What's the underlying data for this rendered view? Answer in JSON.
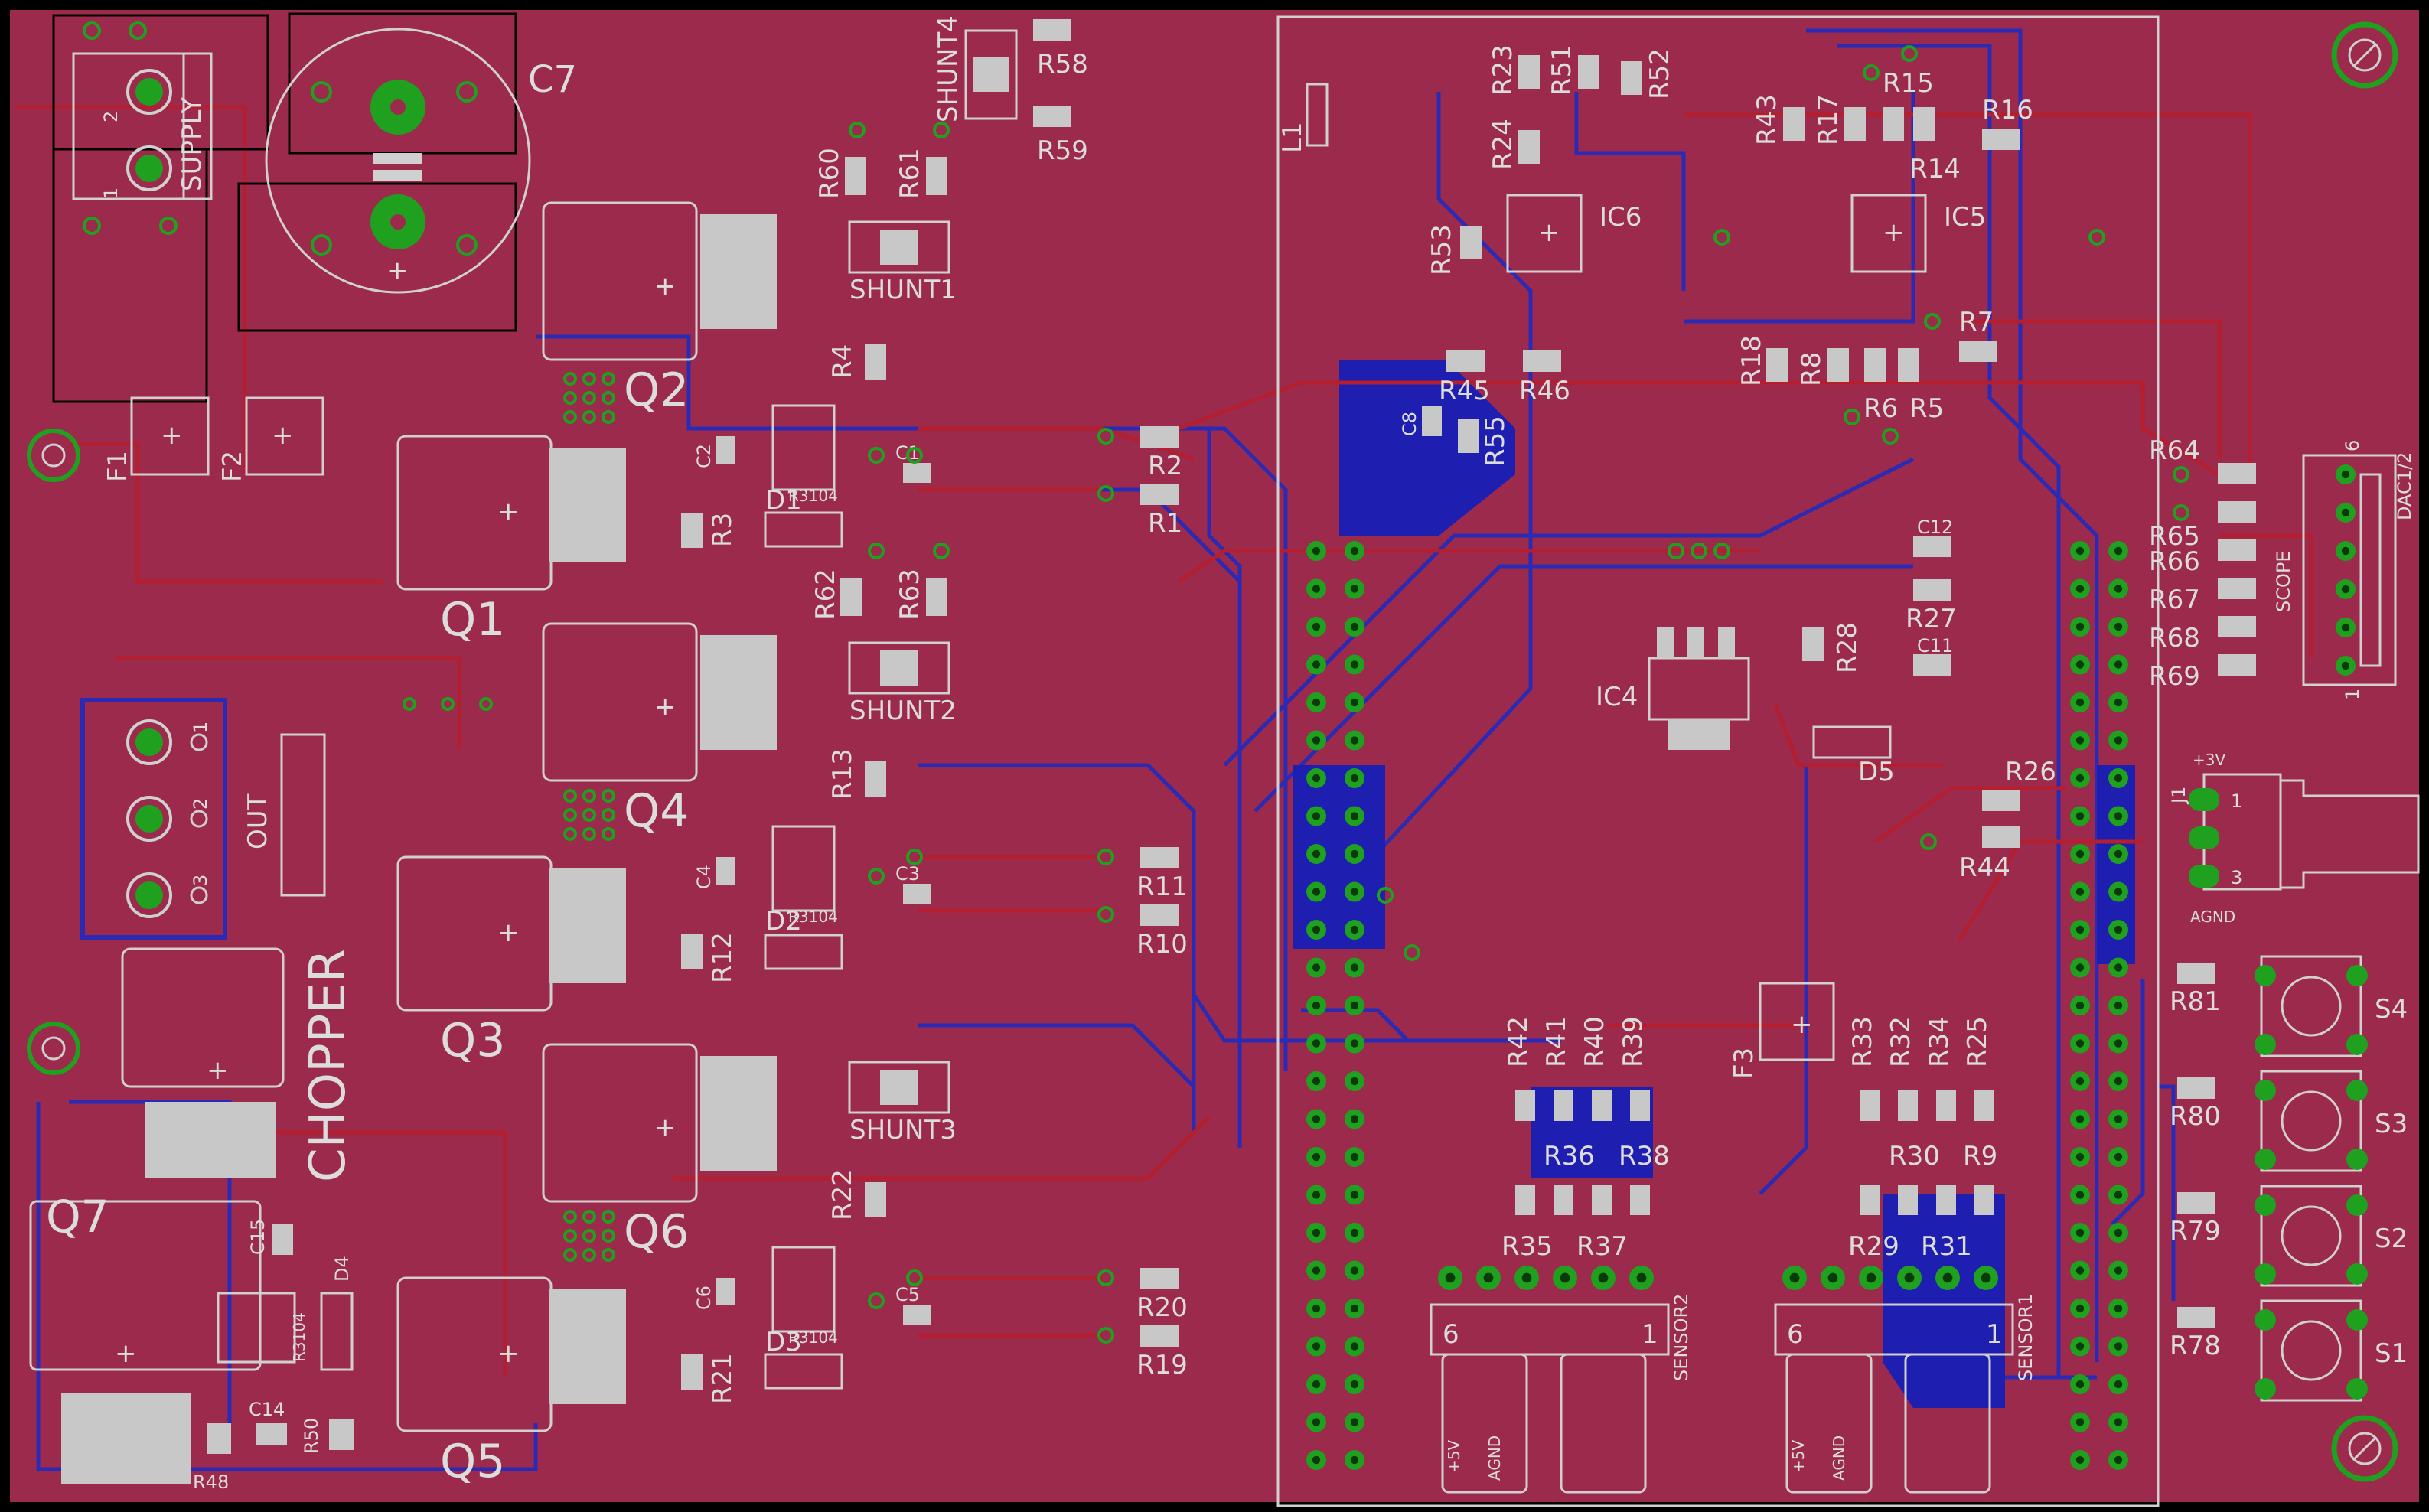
{
  "colors": {
    "board": "#9b2a4c",
    "edge": "#000000",
    "top_copper": "#b41e2e",
    "bottom_copper": "#2a2ab4",
    "silkscreen": "#dcdcdc",
    "via_ring": "#1fa01f",
    "pad": "#c8c8c8"
  },
  "labels": {
    "c7": "C7",
    "supply": "SUPPLY",
    "supply_pin1": "1",
    "supply_pin2": "2",
    "f1": "F1",
    "f2": "F2",
    "out": "OUT",
    "out_pin1": "1",
    "out_pin2": "2",
    "out_pin3": "3",
    "chopper": "CHOPPER",
    "q1": "Q1",
    "q2": "Q2",
    "q3": "Q3",
    "q4": "Q4",
    "q5": "Q5",
    "q6": "Q6",
    "q7": "Q7",
    "shunt1": "SHUNT1",
    "shunt2": "SHUNT2",
    "shunt3": "SHUNT3",
    "shunt4": "SHUNT4",
    "d1": "D1",
    "d2": "D2",
    "d3": "D3",
    "d4": "D4",
    "d5": "D5",
    "d_pkg": "R3104",
    "c1": "C1",
    "c2": "C2",
    "c3": "C3",
    "c4": "C4",
    "c5": "C5",
    "c6": "C6",
    "c8": "C8",
    "c11": "C11",
    "c12": "C12",
    "c14": "C14",
    "c15": "C15",
    "r1": "R1",
    "r2": "R2",
    "r3": "R3",
    "r4": "R4",
    "r5": "R5",
    "r6": "R6",
    "r7": "R7",
    "r8": "R8",
    "r9": "R9",
    "r10": "R10",
    "r11": "R11",
    "r12": "R12",
    "r13": "R13",
    "r14": "R14",
    "r15": "R15",
    "r16": "R16",
    "r17": "R17",
    "r18": "R18",
    "r19": "R19",
    "r20": "R20",
    "r21": "R21",
    "r22": "R22",
    "r23": "R23",
    "r24": "R24",
    "r25": "R25",
    "r26": "R26",
    "r27": "R27",
    "r28": "R28",
    "r29": "R29",
    "r30": "R30",
    "r31": "R31",
    "r32": "R32",
    "r33": "R33",
    "r34": "R34",
    "r35": "R35",
    "r36": "R36",
    "r37": "R37",
    "r38": "R38",
    "r39": "R39",
    "r40": "R40",
    "r41": "R41",
    "r42": "R42",
    "r43": "R43",
    "r44": "R44",
    "r45": "R45",
    "r46": "R46",
    "r48": "R48",
    "r50": "R50",
    "r51": "R51",
    "r52": "R52",
    "r53": "R53",
    "r55": "R55",
    "r58": "R58",
    "r59": "R59",
    "r60": "R60",
    "r61": "R61",
    "r62": "R62",
    "r63": "R63",
    "r64": "R64",
    "r65": "R65",
    "r66": "R66",
    "r67": "R67",
    "r68": "R68",
    "r69": "R69",
    "r78": "R78",
    "r79": "R79",
    "r80": "R80",
    "r81": "R81",
    "l1": "L1",
    "ic4": "IC4",
    "ic5": "IC5",
    "ic6": "IC6",
    "f3": "F3",
    "dac": "DAC1/2",
    "scope": "SCOPE",
    "dac_pin6": "6",
    "dac_pin1": "1",
    "j1": "J1",
    "plus3v": "+3V",
    "agnd": "AGND",
    "j1_pin1": "1",
    "j1_pin3": "3",
    "s1": "S1",
    "s2": "S2",
    "s3": "S3",
    "s4": "S4",
    "sensor1": "SENSOR1",
    "sensor2": "SENSOR2",
    "sensor_pin6": "6",
    "sensor_pin1": "1",
    "plus5v": "+5V",
    "sensor_agnd": "AGND"
  }
}
